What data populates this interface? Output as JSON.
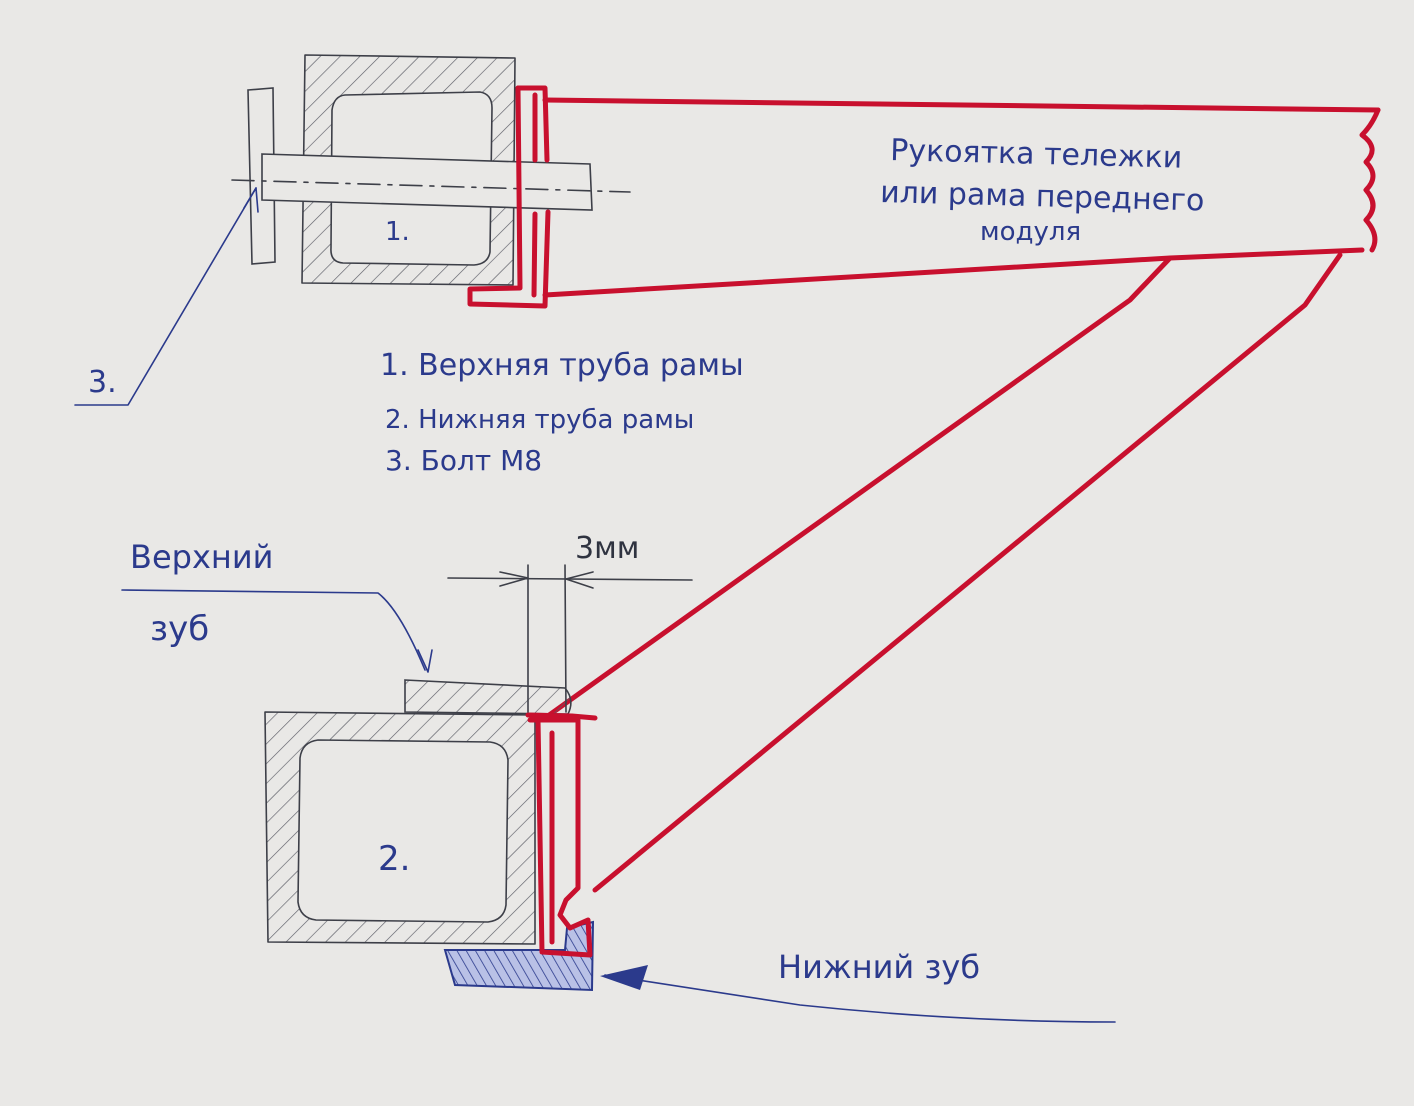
{
  "colors": {
    "paper": "#e9e8e6",
    "red_ink": "#c8102e",
    "blue_ink": "#2b3a8c",
    "pencil": "#3d3f48"
  },
  "handle": {
    "line1": "Рукоятка тележки",
    "line2": "или рама переднего",
    "line3": "модуля"
  },
  "section_upper": {
    "label": "1."
  },
  "section_lower": {
    "label": "2."
  },
  "bolt_callout": {
    "label": "3."
  },
  "legend": {
    "item1": "1. Верхняя труба рамы",
    "item2": "2. Нижняя труба рамы",
    "item3": "3. Болт М8"
  },
  "upper_tooth": {
    "line1": "Верхний",
    "line2": "зуб"
  },
  "gap_dimension": {
    "label": "3мм"
  },
  "lower_tooth": {
    "label": "Нижний зуб"
  }
}
